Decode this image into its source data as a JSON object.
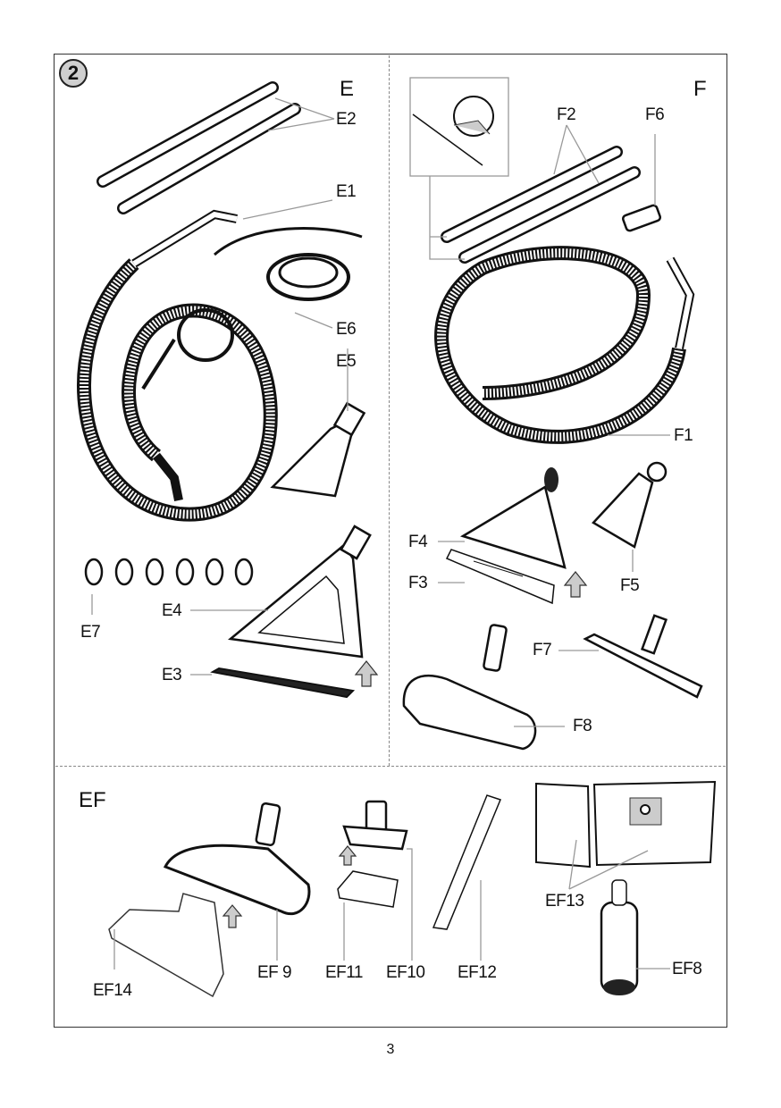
{
  "figure": {
    "number": "2",
    "page_number": "3"
  },
  "sections": {
    "E": {
      "title": "E",
      "parts": [
        "E1",
        "E2",
        "E3",
        "E4",
        "E5",
        "E6",
        "E7"
      ]
    },
    "F": {
      "title": "F",
      "parts": [
        "F1",
        "F2",
        "F3",
        "F4",
        "F5",
        "F6",
        "F7",
        "F8"
      ]
    },
    "EF": {
      "title": "EF",
      "parts": [
        "EF 9",
        "EF11",
        "EF10",
        "EF12",
        "EF13",
        "EF8",
        "EF14"
      ]
    }
  },
  "labels": {
    "E1": "E1",
    "E2": "E2",
    "E3": "E3",
    "E4": "E4",
    "E5": "E5",
    "E6": "E6",
    "E7": "E7",
    "F1": "F1",
    "F2": "F2",
    "F3": "F3",
    "F4": "F4",
    "F5": "F5",
    "F6": "F6",
    "F7": "F7",
    "F8": "F8",
    "EF9": "EF 9",
    "EF8": "EF8",
    "EF10": "EF10",
    "EF11": "EF11",
    "EF12": "EF12",
    "EF13": "EF13",
    "EF14": "EF14"
  },
  "colors": {
    "border": "#333333",
    "badge_fill": "#cfcfcf",
    "arrow_fill": "#cccccc",
    "leader_line": "#999999"
  }
}
